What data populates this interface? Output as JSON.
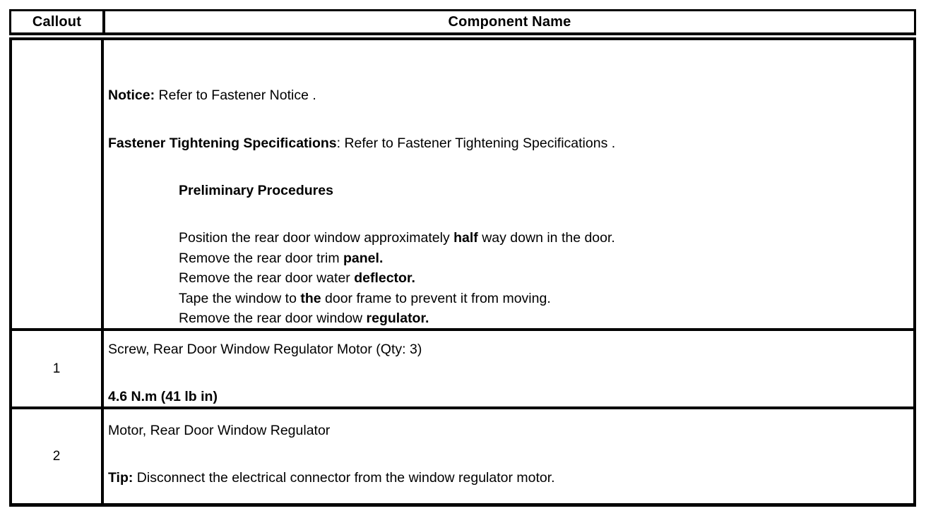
{
  "table": {
    "header": {
      "callout_label": "Callout",
      "component_label": "Component Name"
    },
    "notes_row": {
      "notice_label": "Notice:",
      "notice_text": "Refer to Fastener Notice .",
      "fastener_label": "Fastener Tightening Specifications",
      "fastener_text": ": Refer to Fastener Tightening Specifications .",
      "preliminary_heading": "Preliminary Procedures",
      "procedures": [
        {
          "pre": "Position the rear door window approximately ",
          "emph": "half",
          "post": " way down in the door."
        },
        {
          "pre": "Remove the rear door trim ",
          "emph": "panel.",
          "post": ""
        },
        {
          "pre": "Remove the rear door water ",
          "emph": "deflector.",
          "post": ""
        },
        {
          "pre": "Tape the window to ",
          "emph": "the",
          "post": " door frame to prevent it from moving."
        },
        {
          "pre": "Remove the rear door window ",
          "emph": "regulator.",
          "post": ""
        }
      ]
    },
    "rows": [
      {
        "callout": "1",
        "title": "Screw, Rear Door Window Regulator Motor (Qty: 3)",
        "torque": "4.6 N.m (41 lb in)"
      },
      {
        "callout": "2",
        "title": "Motor, Rear Door Window Regulator",
        "tip_label": "Tip:",
        "tip_text": " Disconnect the electrical connector from the window regulator motor."
      }
    ]
  },
  "colors": {
    "border": "#000000",
    "background": "#ffffff",
    "text": "#000000"
  }
}
